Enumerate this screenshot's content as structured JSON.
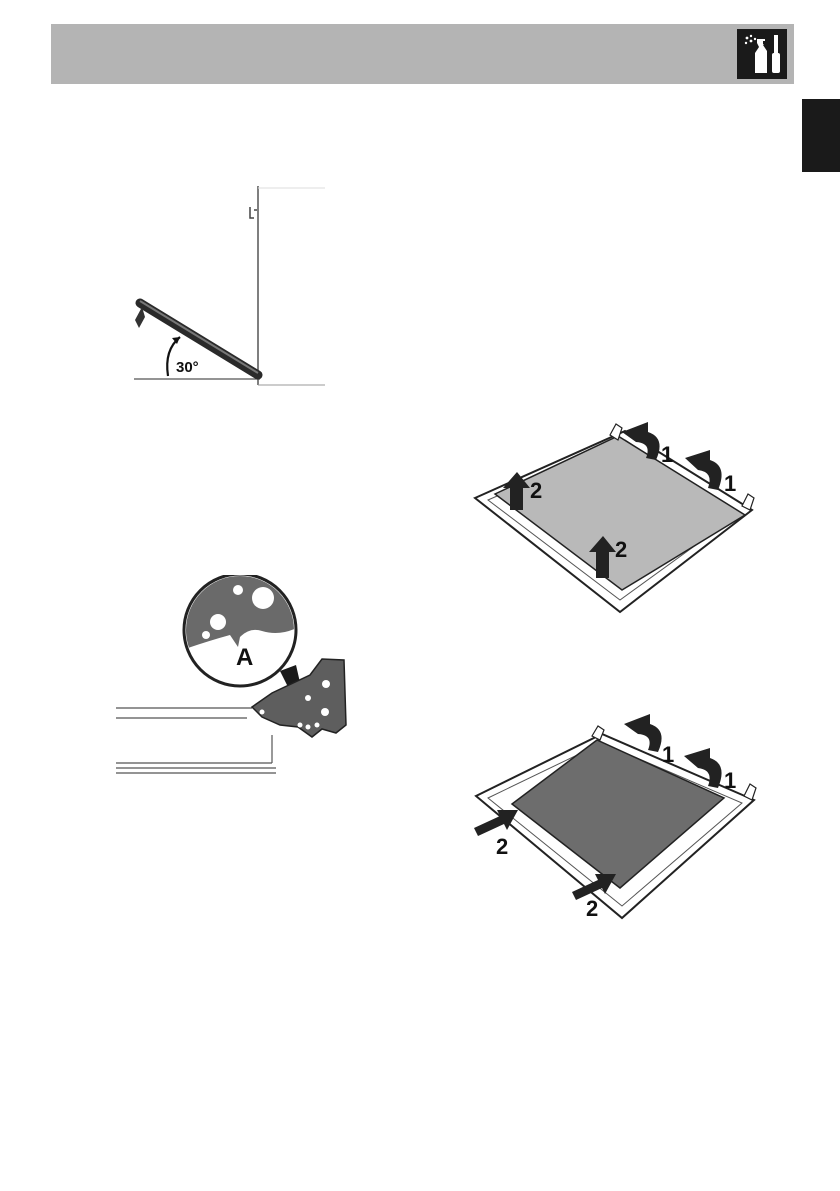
{
  "header": {
    "icon": "cleaning-tools-icon",
    "bar_color": "#b4b4b4"
  },
  "side_tab": {
    "color": "#1a1a1a"
  },
  "figures": {
    "door_angle": {
      "angle_label": "30°"
    },
    "hinge_detail": {
      "callout_label": "A"
    },
    "glass_panel_light": {
      "step_labels": [
        "1",
        "1",
        "2",
        "2"
      ],
      "panel_color": "#b9b9b9"
    },
    "glass_panel_dark": {
      "step_labels": [
        "1",
        "1",
        "2",
        "2"
      ],
      "panel_color": "#6d6d6d"
    }
  }
}
